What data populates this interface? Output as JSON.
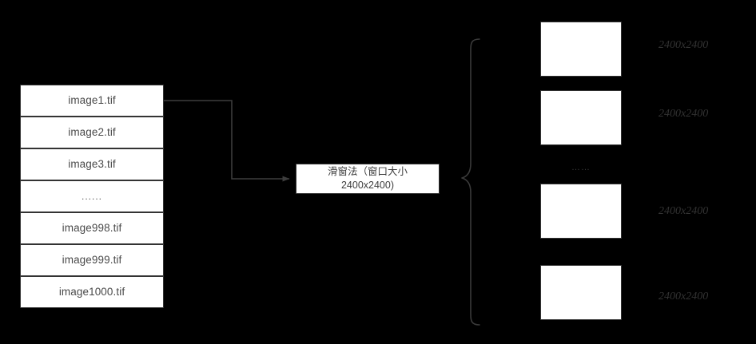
{
  "diagram": {
    "background_color": "#000000",
    "stroke_color": "#333333",
    "fill_color": "#ffffff",
    "label_color": "#333333"
  },
  "file_list": {
    "rows": [
      {
        "label": "image1.tif"
      },
      {
        "label": "image2.tif"
      },
      {
        "label": "image3.tif"
      },
      {
        "label": "......"
      },
      {
        "label": "image998.tif"
      },
      {
        "label": "image999.tif"
      },
      {
        "label": "image1000.tif"
      }
    ]
  },
  "process": {
    "label": "滑窗法（窗口大小 2400x2400)",
    "line1": "滑窗法（窗口大小",
    "line2": "2400x2400)"
  },
  "output": {
    "ellipsis": "……",
    "tiles": [
      {
        "size_label": "2400x2400"
      },
      {
        "size_label": "2400x2400"
      },
      {
        "size_label": "2400x2400"
      },
      {
        "size_label": "2400x2400"
      }
    ]
  }
}
